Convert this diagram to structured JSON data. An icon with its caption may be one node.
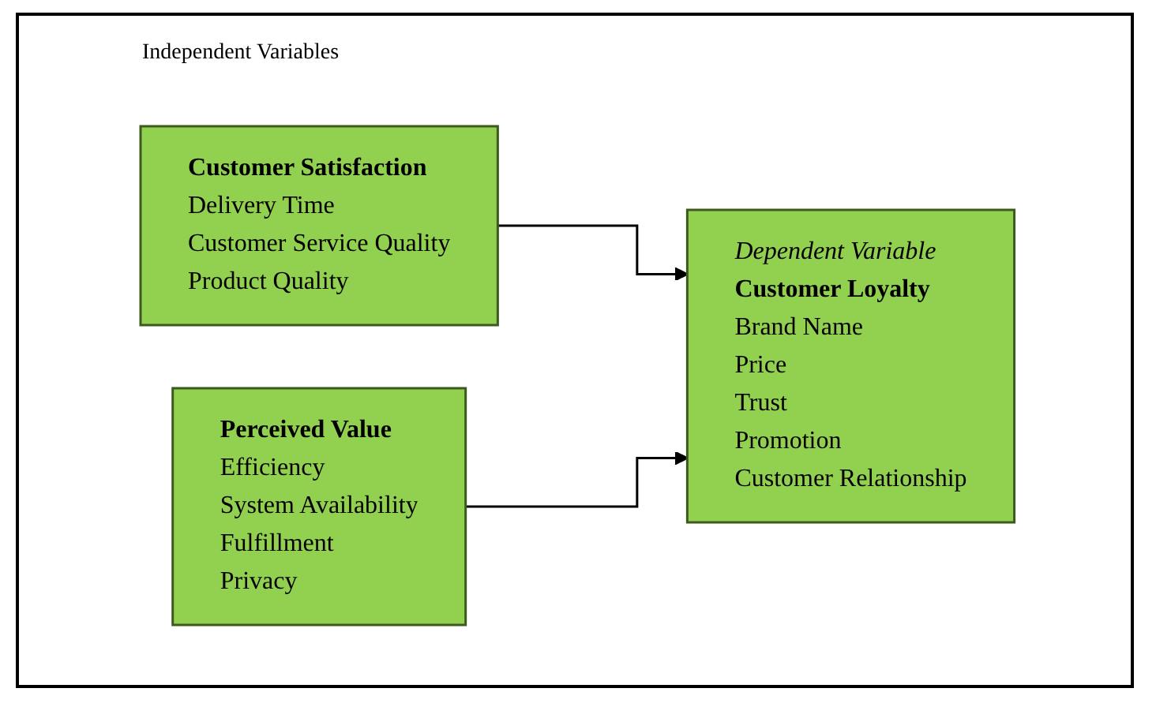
{
  "diagram": {
    "nodes": [
      {
        "text": [
          "Customer Satisfaction",
          "Delivery Time",
          "Customer Service Quality",
          "Product Quality"
        ]
      },
      {
        "text": [
          "Perceived Value",
          "Efficiency",
          "System Availability",
          "Fulfillment",
          "Privacy"
        ]
      },
      {
        "text": [
          "Dependent Variable",
          "Customer Loyalty",
          "Brand Name",
          "Price",
          "Trust",
          "Promotion",
          "Customer Relationship"
        ]
      }
    ],
    "edges": [
      {
        "from": 0,
        "to": 2,
        "arrow": "to"
      },
      {
        "from": 1,
        "to": 2,
        "arrow": "to"
      }
    ],
    "labels": [
      "Independent Variables"
    ]
  }
}
